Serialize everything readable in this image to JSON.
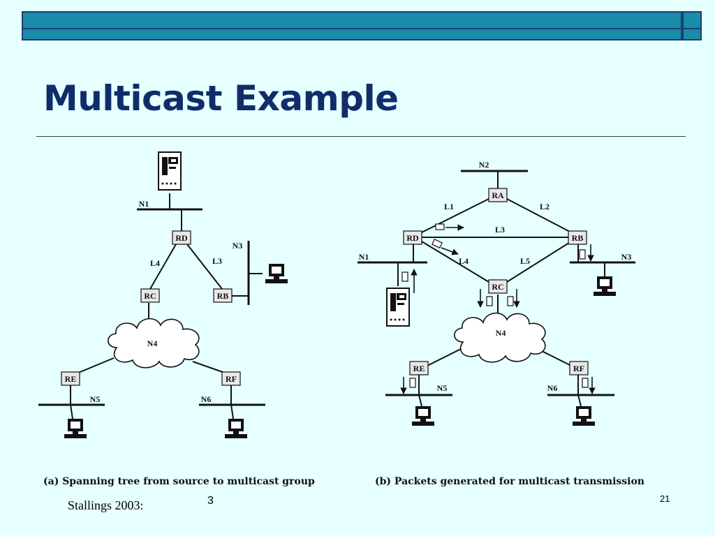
{
  "slide": {
    "title": "Multicast Example",
    "credit": "Stallings 2003:",
    "credit_page": "3",
    "slide_number": "21"
  },
  "diagram_a": {
    "caption": "(a) Spanning tree from source to multicast group",
    "networks": [
      "N1",
      "N3",
      "N4",
      "N5",
      "N6"
    ],
    "routers": [
      "RD",
      "RC",
      "RB",
      "RE",
      "RF"
    ],
    "links": [
      "L4",
      "L3"
    ]
  },
  "diagram_b": {
    "caption": "(b) Packets generated for multicast transmission",
    "networks": [
      "N1",
      "N2",
      "N3",
      "N4",
      "N5",
      "N6"
    ],
    "routers": [
      "RA",
      "RB",
      "RC",
      "RD",
      "RE",
      "RF"
    ],
    "links": [
      "L1",
      "L2",
      "L3",
      "L4",
      "L5"
    ]
  },
  "colors": {
    "banner": "#1a8cab",
    "title": "#102d6b",
    "background": "#e6ffff"
  }
}
